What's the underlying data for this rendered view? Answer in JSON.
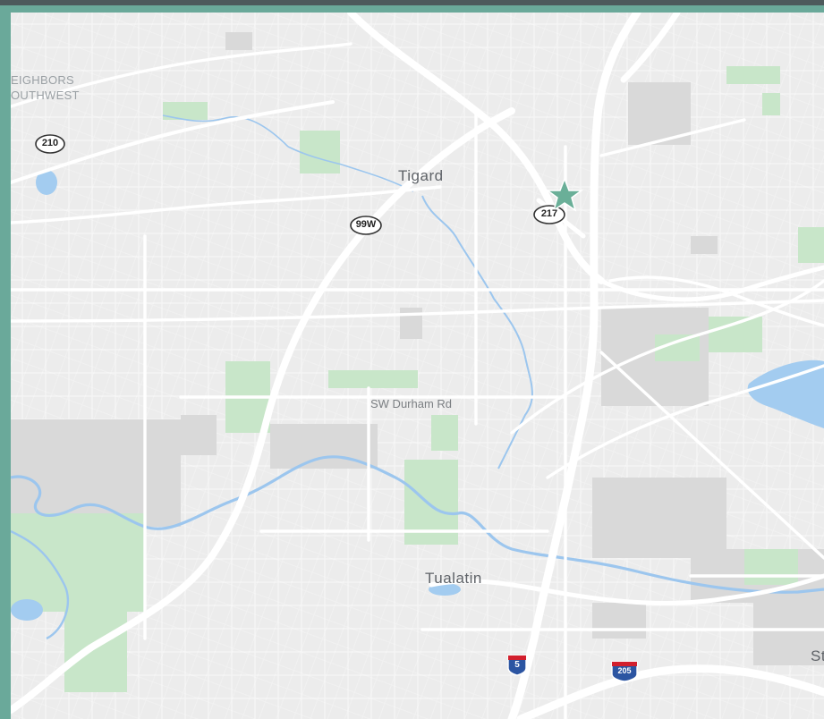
{
  "map": {
    "cities": {
      "tigard": "Tigard",
      "tualatin": "Tualatin",
      "sherwood_partial": "St"
    },
    "neighborhoods": {
      "line1": "EIGHBORS",
      "line2": "OUTHWEST"
    },
    "roads": {
      "durham": "SW Durham Rd"
    },
    "shields": {
      "or210": "210",
      "or99w": "99W",
      "or217": "217",
      "i5": "5",
      "i205": "205"
    },
    "marker": {
      "icon": "star-icon",
      "color": "#6aaf98"
    },
    "colors": {
      "frame": "#6aa99a",
      "land": "#ececec",
      "park": "#c8e6c9",
      "water": "#a3ccf0",
      "urban": "#d9d9d9",
      "interstate_blue": "#2c55a2",
      "interstate_red": "#d21f2d"
    }
  }
}
